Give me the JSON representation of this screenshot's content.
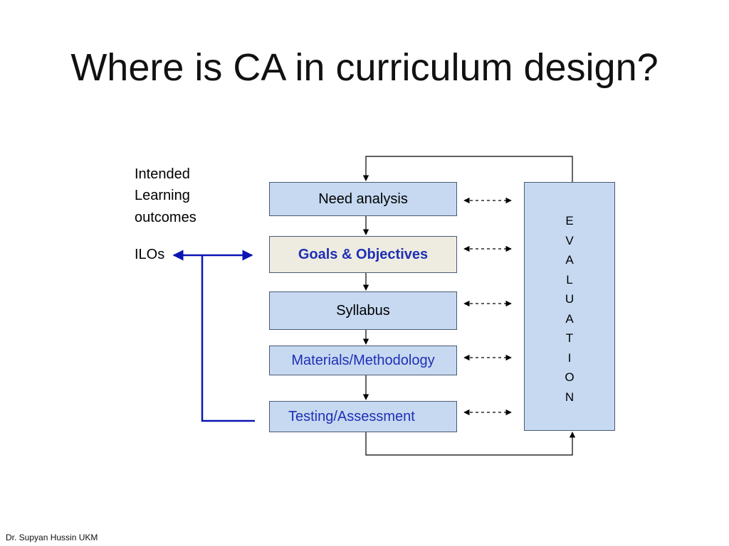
{
  "title": "Where is CA in curriculum design?",
  "ilo": {
    "line1": "Intended",
    "line2": "Learning",
    "line3": "outcomes",
    "short": "ILOs"
  },
  "stages": [
    {
      "label": "Need analysis"
    },
    {
      "label": "Goals & Objectives"
    },
    {
      "label": "Syllabus"
    },
    {
      "label": "Materials/Methodology"
    },
    {
      "label": "Testing/Assessment"
    }
  ],
  "evaluation": {
    "letters": [
      "E",
      "V",
      "A",
      "L",
      "U",
      "A",
      "T",
      "I",
      "O",
      "N"
    ]
  },
  "footer": "Dr. Supyan Hussin UKM",
  "colors": {
    "box_fill": "#c6d9f1",
    "highlight_fill": "#eeece1",
    "accent_blue": "#0a14b4",
    "box_border": "#4a5a72"
  }
}
